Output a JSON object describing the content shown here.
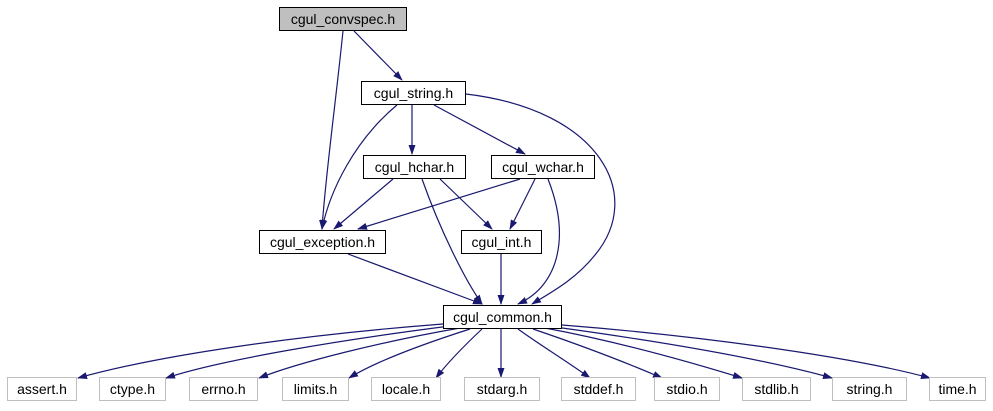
{
  "graph": {
    "root": "cgul_convspec.h",
    "nodes": [
      {
        "id": "convspec",
        "label": "cgul_convspec.h",
        "kind": "root"
      },
      {
        "id": "string",
        "label": "cgul_string.h",
        "kind": "link"
      },
      {
        "id": "hchar",
        "label": "cgul_hchar.h",
        "kind": "link"
      },
      {
        "id": "wchar",
        "label": "cgul_wchar.h",
        "kind": "link"
      },
      {
        "id": "exception",
        "label": "cgul_exception.h",
        "kind": "link"
      },
      {
        "id": "int",
        "label": "cgul_int.h",
        "kind": "link"
      },
      {
        "id": "common",
        "label": "cgul_common.h",
        "kind": "link"
      },
      {
        "id": "assert",
        "label": "assert.h",
        "kind": "external"
      },
      {
        "id": "ctype",
        "label": "ctype.h",
        "kind": "external"
      },
      {
        "id": "errno",
        "label": "errno.h",
        "kind": "external"
      },
      {
        "id": "limits",
        "label": "limits.h",
        "kind": "external"
      },
      {
        "id": "locale",
        "label": "locale.h",
        "kind": "external"
      },
      {
        "id": "stdarg",
        "label": "stdarg.h",
        "kind": "external"
      },
      {
        "id": "stddef",
        "label": "stddef.h",
        "kind": "external"
      },
      {
        "id": "stdio",
        "label": "stdio.h",
        "kind": "external"
      },
      {
        "id": "stdlib",
        "label": "stdlib.h",
        "kind": "external"
      },
      {
        "id": "cstring",
        "label": "string.h",
        "kind": "external"
      },
      {
        "id": "time",
        "label": "time.h",
        "kind": "external"
      }
    ],
    "edges": [
      [
        "convspec",
        "string"
      ],
      [
        "convspec",
        "exception"
      ],
      [
        "string",
        "hchar"
      ],
      [
        "string",
        "wchar"
      ],
      [
        "string",
        "exception"
      ],
      [
        "string",
        "common"
      ],
      [
        "hchar",
        "exception"
      ],
      [
        "hchar",
        "int"
      ],
      [
        "hchar",
        "common"
      ],
      [
        "wchar",
        "exception"
      ],
      [
        "wchar",
        "int"
      ],
      [
        "wchar",
        "common"
      ],
      [
        "exception",
        "common"
      ],
      [
        "int",
        "common"
      ],
      [
        "common",
        "assert"
      ],
      [
        "common",
        "ctype"
      ],
      [
        "common",
        "errno"
      ],
      [
        "common",
        "limits"
      ],
      [
        "common",
        "locale"
      ],
      [
        "common",
        "stdarg"
      ],
      [
        "common",
        "stddef"
      ],
      [
        "common",
        "stdio"
      ],
      [
        "common",
        "stdlib"
      ],
      [
        "common",
        "cstring"
      ],
      [
        "common",
        "time"
      ]
    ],
    "colors": {
      "edge": "#191970",
      "root_fill": "#bfbfbf",
      "node_border": "#000000",
      "external_border": "#bfbfbf"
    }
  }
}
